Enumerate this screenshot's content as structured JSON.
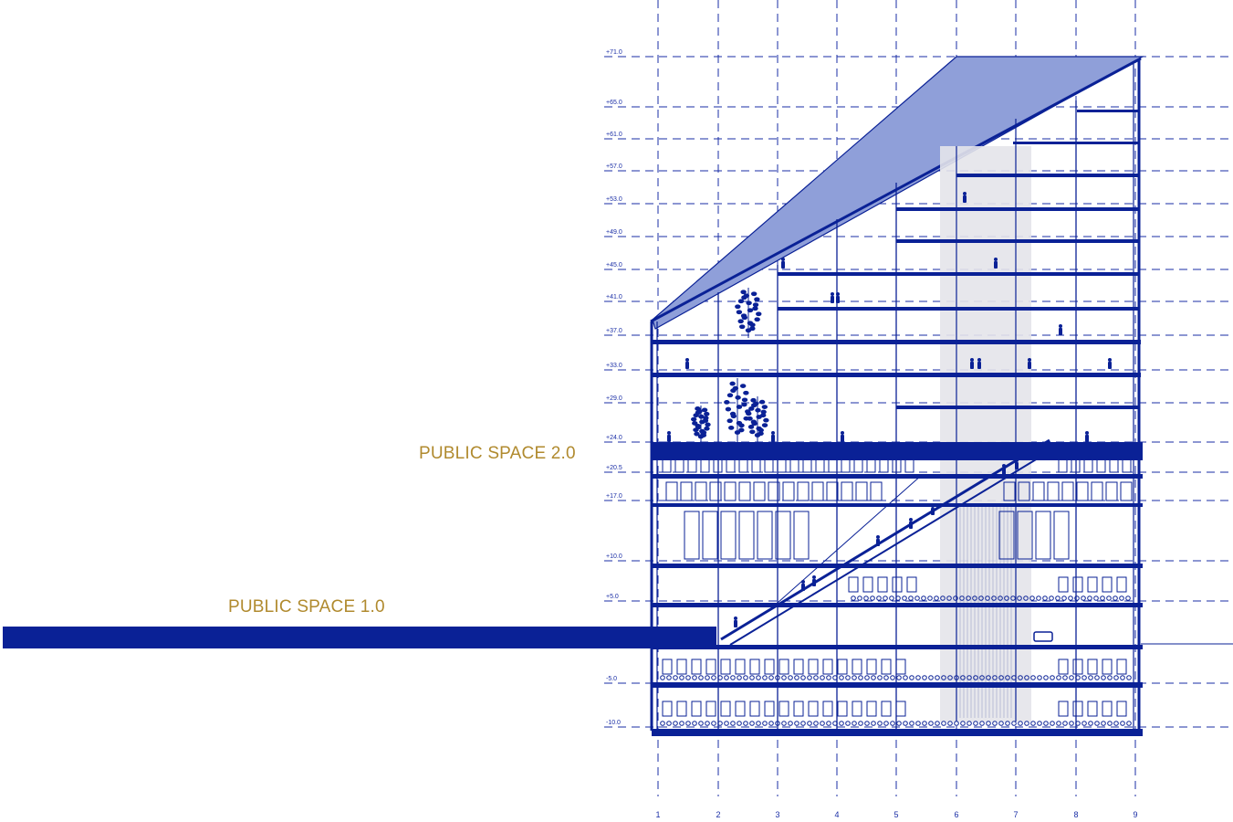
{
  "labels": {
    "public_space_1": "PUBLIC SPACE 1.0",
    "public_space_2": "PUBLIC SPACE 2.0"
  },
  "levels": [
    "+71.0",
    "+65.0",
    "+61.0",
    "+57.0",
    "+53.0",
    "+49.0",
    "+45.0",
    "+41.0",
    "+37.0",
    "+33.0",
    "+29.0",
    "+24.0",
    "+20.5",
    "+17.0",
    "+10.0",
    "+5.0",
    "-5.0",
    "-10.0"
  ],
  "axes": [
    "1",
    "2",
    "3",
    "4",
    "5",
    "6",
    "7",
    "8",
    "9"
  ],
  "colors": {
    "structure": "#0a2196",
    "grid": "#1a2ea6",
    "roof_fill": "#8f9fd9",
    "core_fill": "#e4e4ea",
    "label_gold": "#b08a2e"
  }
}
